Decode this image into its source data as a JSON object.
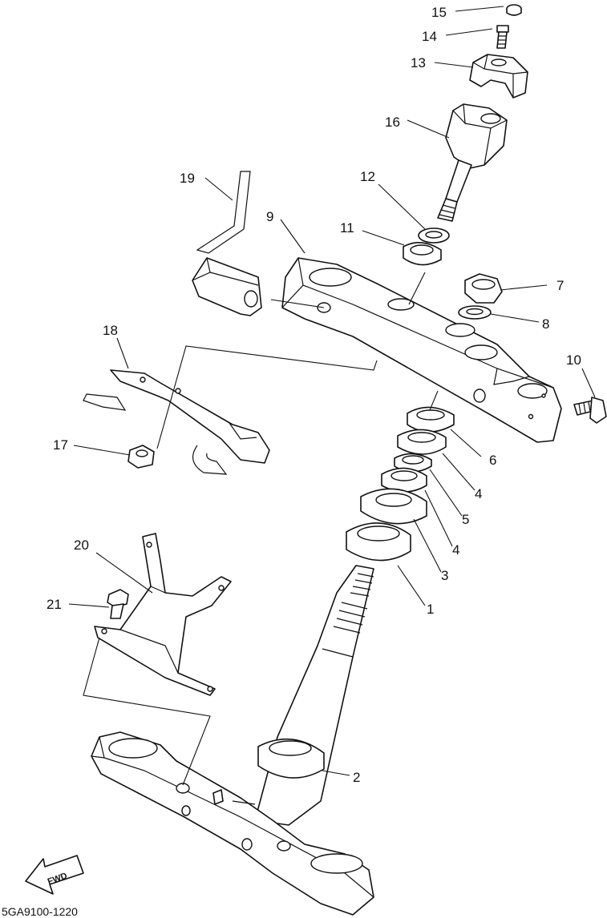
{
  "diagram": {
    "drawing_code": "5GA9100-1220",
    "fwd_label": "FWD",
    "callouts": [
      {
        "id": "c15",
        "text": "15"
      },
      {
        "id": "c14",
        "text": "14"
      },
      {
        "id": "c13",
        "text": "13"
      },
      {
        "id": "c16",
        "text": "16"
      },
      {
        "id": "c19",
        "text": "19"
      },
      {
        "id": "c12",
        "text": "12"
      },
      {
        "id": "c9",
        "text": "9"
      },
      {
        "id": "c11",
        "text": "11"
      },
      {
        "id": "c7",
        "text": "7"
      },
      {
        "id": "c8",
        "text": "8"
      },
      {
        "id": "c18",
        "text": "18"
      },
      {
        "id": "c10",
        "text": "10"
      },
      {
        "id": "c17",
        "text": "17"
      },
      {
        "id": "c6",
        "text": "6"
      },
      {
        "id": "c4a",
        "text": "4"
      },
      {
        "id": "c5",
        "text": "5"
      },
      {
        "id": "c4b",
        "text": "4"
      },
      {
        "id": "c3",
        "text": "3"
      },
      {
        "id": "c1",
        "text": "1"
      },
      {
        "id": "c20",
        "text": "20"
      },
      {
        "id": "c21",
        "text": "21"
      },
      {
        "id": "c2",
        "text": "2"
      }
    ]
  }
}
